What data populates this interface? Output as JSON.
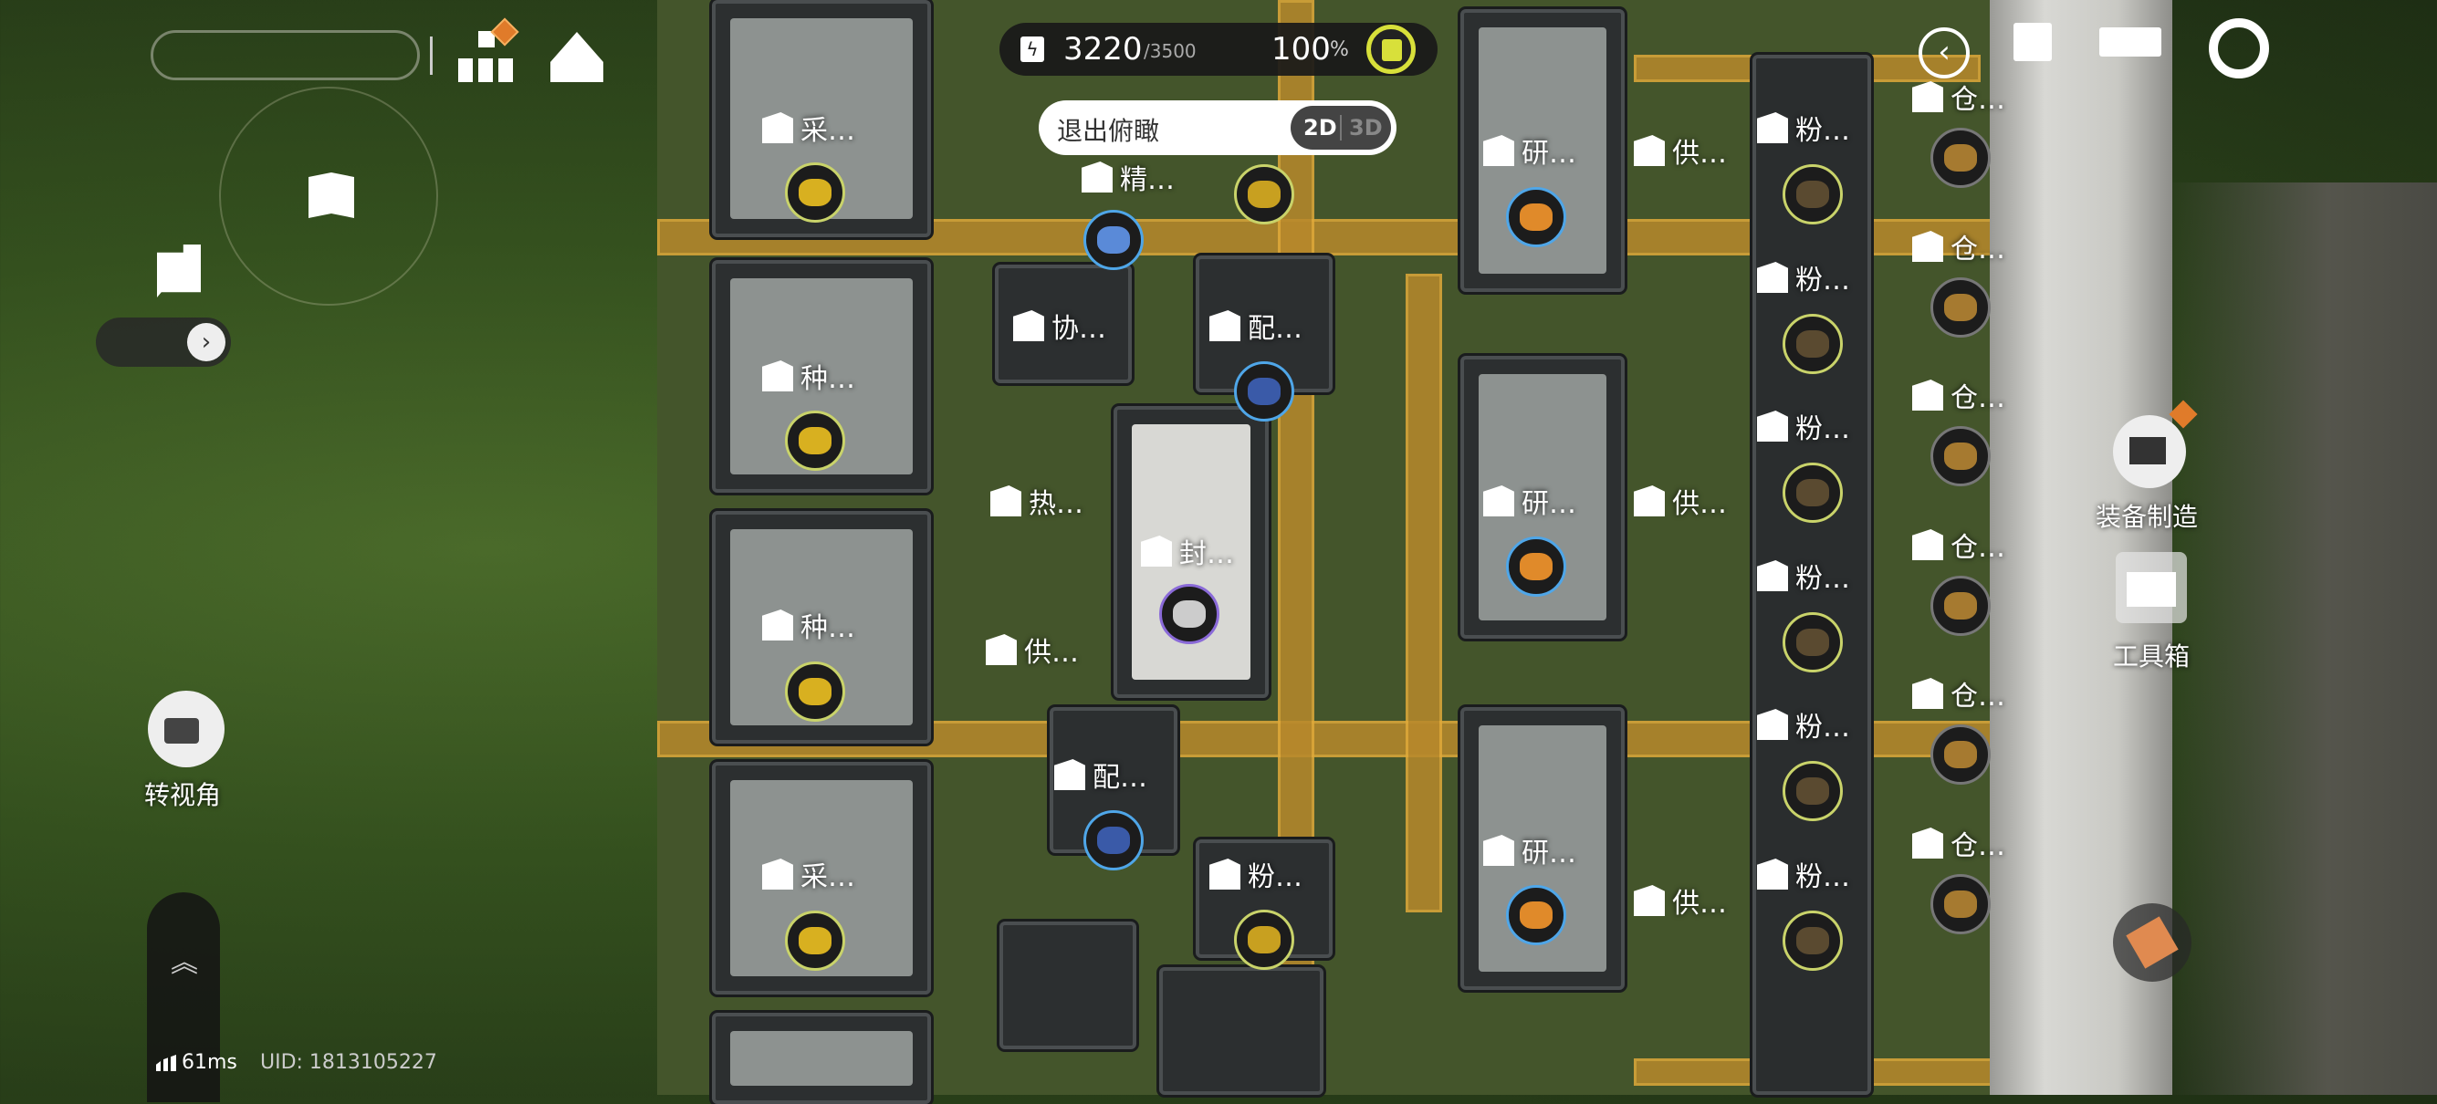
{
  "power": {
    "current": "3220",
    "max": "/3500",
    "percent": "100",
    "percent_sign": "%"
  },
  "view_toggle": {
    "exit_label": "退出俯瞰",
    "mode_2d": "2D",
    "mode_3d": "3D"
  },
  "left": {
    "rotate_view_label": "转视角",
    "ping": "61ms",
    "uid": "UID: 1813105227"
  },
  "right": {
    "equipment_label": "装备制造",
    "toolbox_label": "工具箱"
  },
  "buildings": {
    "left_col": [
      "采…",
      "种…",
      "种…",
      "采…"
    ],
    "center": [
      "精…",
      "协…",
      "配…",
      "热…",
      "封…",
      "供…",
      "配…",
      "粉…"
    ],
    "research": [
      "研…",
      "研…",
      "研…"
    ],
    "supply": [
      "供…",
      "供…",
      "供…"
    ],
    "grind": [
      "粉…",
      "粉…",
      "粉…",
      "粉…",
      "粉…",
      "粉…"
    ],
    "storage": [
      "仓…",
      "仓…",
      "仓…",
      "仓…",
      "仓…",
      "仓…"
    ]
  },
  "colors": {
    "accent": "#e07b2a",
    "energy": "#d8e03a",
    "belt": "#e0a93a"
  }
}
